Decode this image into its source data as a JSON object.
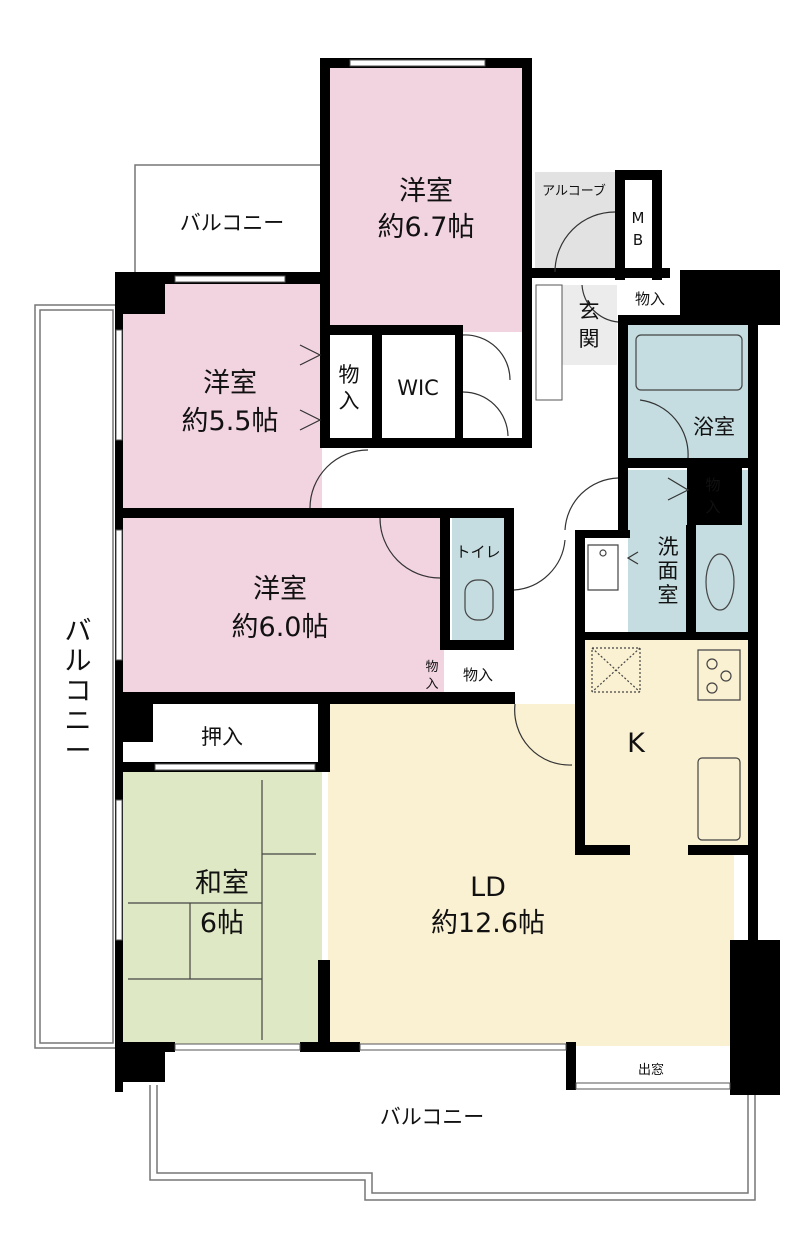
{
  "rooms": {
    "western_1": {
      "name": "洋室",
      "size": "約6.7帖"
    },
    "western_2": {
      "name": "洋室",
      "size": "約5.5帖"
    },
    "western_3": {
      "name": "洋室",
      "size": "約6.0帖"
    },
    "japanese": {
      "name": "和室",
      "size": "6帖"
    },
    "ld": {
      "name": "LD",
      "size": "約12.6帖"
    },
    "kitchen": {
      "name": "K"
    },
    "bath": {
      "name": "浴室"
    },
    "washroom": {
      "name": [
        "洗",
        "面",
        "室"
      ]
    },
    "toilet": {
      "name": "トイレ"
    },
    "entrance": {
      "name": [
        "玄",
        "関"
      ]
    },
    "alcove": {
      "name": "アルコーブ"
    },
    "mb": {
      "name": [
        "M",
        "B"
      ]
    },
    "wic": {
      "name": "WIC"
    }
  },
  "storage": {
    "closet": "物入",
    "closet_vertical": [
      "物",
      "入"
    ],
    "oshiire": "押入",
    "bay_window": "出窓"
  },
  "balconies": {
    "top": "バルコニー",
    "left": [
      "バ",
      "ル",
      "コ",
      "ニ",
      "ー"
    ],
    "bottom": "バルコニー"
  },
  "colors": {
    "western": "#f2d3e0",
    "japanese": "#dfe8c4",
    "ld": "#faf0d2",
    "wet": "#c5dde0",
    "alcove": "#e2e2e2",
    "wall": "#000000"
  }
}
